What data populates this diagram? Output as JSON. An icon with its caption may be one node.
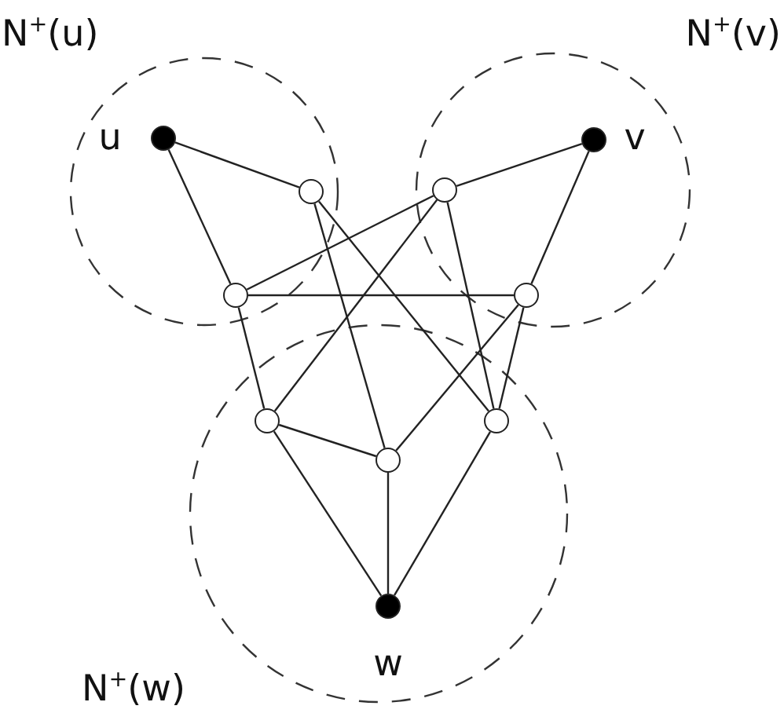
{
  "diagram": {
    "nodes": [
      {
        "text": [
          "N$^{+}$(u)"
        ]
      },
      {
        "text": [],
        "shape": "circle",
        "in": 0,
        "beside": [
          "u"
        ]
      },
      {
        "text": [],
        "shape": "circle",
        "in": 0
      },
      {
        "text": [],
        "shape": "circle",
        "in": 0
      },
      {
        "text": [
          "N$^{+}$(v)"
        ]
      },
      {
        "text": [],
        "shape": "circle",
        "in": 4,
        "beside": [
          "v"
        ]
      },
      {
        "text": [],
        "shape": "circle",
        "in": 4
      },
      {
        "text": [],
        "shape": "circle",
        "in": 4
      },
      {
        "text": [
          "N$^{+}$(w)"
        ]
      },
      {
        "text": [],
        "shape": "circle",
        "in": 8
      },
      {
        "text": [],
        "shape": "circle",
        "in": 8
      },
      {
        "text": [],
        "shape": "circle",
        "in": 8
      },
      {
        "text": [],
        "shape": "circle",
        "in": 8,
        "beside": [
          "w"
        ]
      }
    ],
    "edges": [
      {
        "from": 1,
        "to": 2,
        "arrow": "none"
      },
      {
        "from": 1,
        "to": 3,
        "arrow": "none"
      },
      {
        "from": 2,
        "to": 11,
        "arrow": "none"
      },
      {
        "from": 2,
        "to": 10,
        "arrow": "none"
      },
      {
        "from": 3,
        "to": 6,
        "arrow": "none"
      },
      {
        "from": 3,
        "to": 7,
        "arrow": "none"
      },
      {
        "from": 3,
        "to": 9,
        "arrow": "none"
      },
      {
        "from": 5,
        "to": 6,
        "arrow": "none"
      },
      {
        "from": 5,
        "to": 7,
        "arrow": "none"
      },
      {
        "from": 6,
        "to": 9,
        "arrow": "none"
      },
      {
        "from": 6,
        "to": 10,
        "arrow": "none"
      },
      {
        "from": 7,
        "to": 11,
        "arrow": "none"
      },
      {
        "from": 7,
        "to": 10,
        "arrow": "none"
      },
      {
        "from": 9,
        "to": 11,
        "arrow": "none"
      },
      {
        "from": 9,
        "to": 12,
        "arrow": "none"
      },
      {
        "from": 11,
        "to": 12,
        "arrow": "none"
      },
      {
        "from": 10,
        "to": 12,
        "arrow": "none"
      }
    ]
  }
}
